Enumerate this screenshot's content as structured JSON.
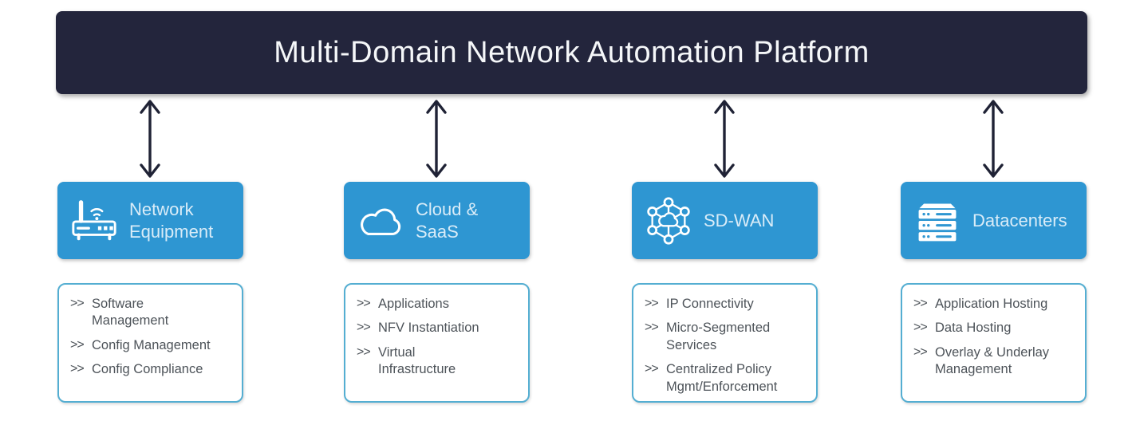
{
  "title": "Multi-Domain Network Automation Platform",
  "bullet": ">>",
  "colors": {
    "bar_bg": "#23253c",
    "box_bg": "#2e96d2",
    "box_text": "#d9ecf8",
    "list_border": "#54aed2",
    "list_text": "#4d5359",
    "arrow": "#1f2235"
  },
  "domains": [
    {
      "label": "Network\nEquipment",
      "icon": "router-icon",
      "items": [
        "Software\nManagement",
        "Config Management",
        "Config Compliance"
      ]
    },
    {
      "label": "Cloud &\nSaaS",
      "icon": "cloud-icon",
      "items": [
        "Applications",
        "NFV Instantiation",
        "Virtual\nInfrastructure"
      ]
    },
    {
      "label": "SD-WAN",
      "icon": "mesh-icon",
      "items": [
        "IP Connectivity",
        "Micro-Segmented\nServices",
        "Centralized Policy\nMgmt/Enforcement"
      ]
    },
    {
      "label": "Datacenters",
      "icon": "servers-icon",
      "items": [
        "Application Hosting",
        "Data Hosting",
        "Overlay & Underlay\nManagement"
      ]
    }
  ]
}
